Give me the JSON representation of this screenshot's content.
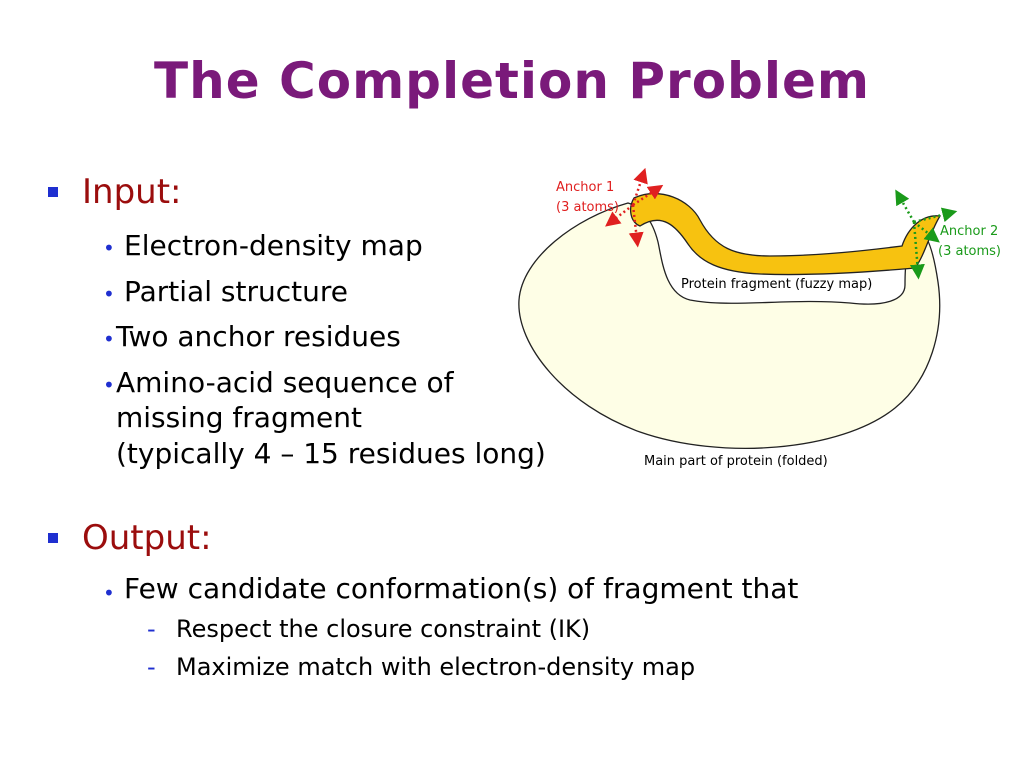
{
  "slide": {
    "title": "The Completion Problem",
    "input": {
      "heading": "Input:",
      "items": [
        "Electron-density map",
        "Partial structure",
        "Two anchor residues",
        "Amino-acid sequence of",
        "missing fragment",
        "(typically 4 – 15 residues long)"
      ]
    },
    "output": {
      "heading": "Output:",
      "item": "Few candidate conformation(s) of fragment that",
      "subitems": [
        "Respect the closure constraint (IK)",
        "Maximize match with electron-density map"
      ]
    }
  },
  "diagram": {
    "anchor1_line1": "Anchor 1",
    "anchor1_line2": "(3 atoms)",
    "anchor2_line1": "Anchor 2",
    "anchor2_line2": "(3 atoms)",
    "fragment_label": "Protein fragment (fuzzy map)",
    "main_label": "Main part of protein (folded)",
    "colors": {
      "title": "#7a1a7a",
      "heading": "#9b0d0d",
      "bullet": "#1f2fd0",
      "protein_fill": "#fefee6",
      "fragment_fill": "#f7c210",
      "anchor1": "#e02020",
      "anchor2": "#1a9a1a"
    }
  }
}
